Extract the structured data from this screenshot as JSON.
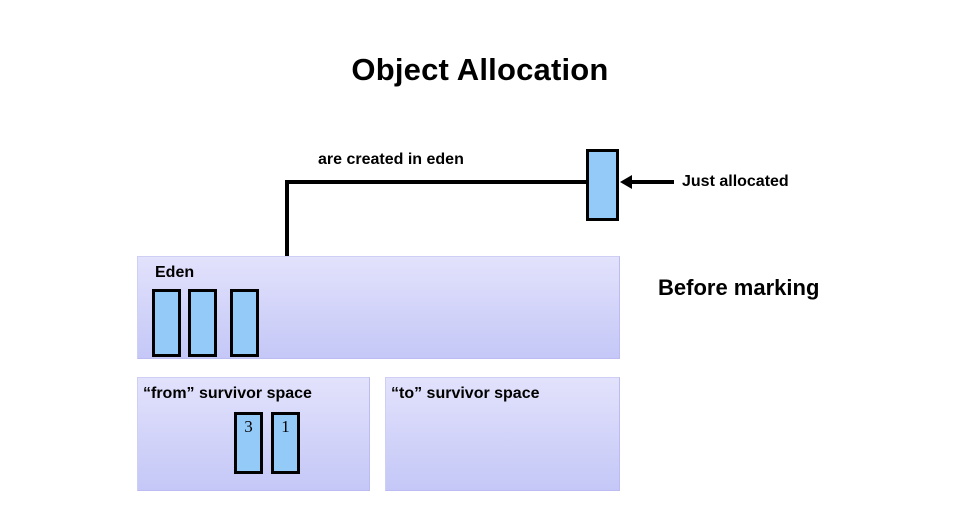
{
  "title": "Object Allocation",
  "phase_label": "Before marking",
  "annotations": {
    "created_in_eden": "are created in eden",
    "just_allocated": "Just allocated"
  },
  "regions": [
    {
      "id": "eden",
      "label": "Eden",
      "objects": [
        {
          "id": ""
        },
        {
          "id": ""
        },
        {
          "id": ""
        }
      ]
    },
    {
      "id": "from-survivor",
      "label": "“from” survivor  space",
      "objects": [
        {
          "id": "3"
        },
        {
          "id": "1"
        }
      ]
    },
    {
      "id": "to-survivor",
      "label": "“to” survivor  space",
      "objects": []
    }
  ],
  "allocated_object": {
    "id": ""
  },
  "colors": {
    "object_fill": "#94caf8",
    "object_border": "#000000",
    "region_gradient_top": "#e2e2fc",
    "region_gradient_bottom": "#c5c8f7",
    "background": "#ffffff",
    "text": "#000000"
  }
}
